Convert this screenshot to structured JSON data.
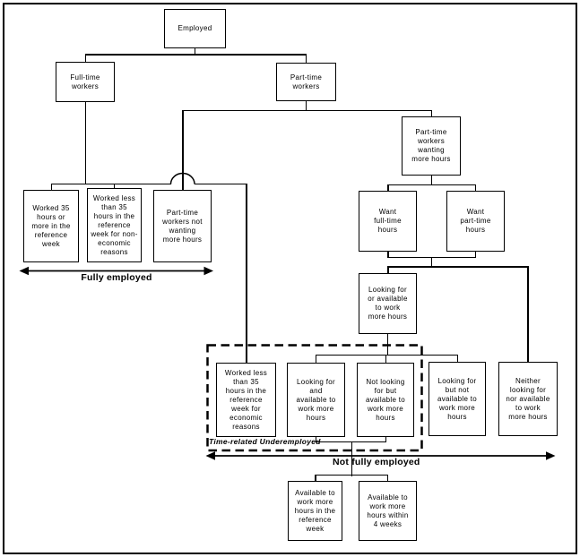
{
  "diagram": {
    "nodes": {
      "employed": "Employed",
      "full_time_workers": "Full-time\nworkers",
      "part_time_workers": "Part-time\nworkers",
      "pt_wanting_more": "Part-time\nworkers\nwanting\nmore hours",
      "worked_35_plus": "Worked 35\nhours or\nmore in the\nreference\nweek",
      "worked_less_non_economic": "Worked less\nthan 35\nhours in the\nreference\nweek for non-\neconomic\nreasons",
      "pt_not_wanting": "Part-time\nworkers not\nwanting\nmore hours",
      "want_full_time": "Want\nfull-time\nhours",
      "want_part_time": "Want\npart-time\nhours",
      "looking_or_available": "Looking for\nor available\nto work\nmore hours",
      "worked_less_economic": "Worked less\nthan 35\nhours in the\nreference\nweek for\neconomic\nreasons",
      "looking_and_available": "Looking for\nand\navailable to\nwork more\nhours",
      "not_looking_but_available": "Not looking\nfor but\navailable to\nwork more\nhours",
      "looking_but_not_available": "Looking for\nbut not\navailable to\nwork more\nhours",
      "neither_looking_nor_available": "Neither\nlooking for\nnor available\nto work\nmore hours",
      "available_reference_week": "Available to\nwork more\nhours in the\nreference\nweek",
      "available_4_weeks": "Available to\nwork more\nhours within\n4 weeks"
    },
    "annotations": {
      "fully_employed": "Fully employed",
      "not_fully_employed": "Not fully employed",
      "time_related_underemployed": "Time-related Underemployed"
    },
    "colors": {
      "line": "#000000",
      "background": "#ffffff"
    }
  }
}
